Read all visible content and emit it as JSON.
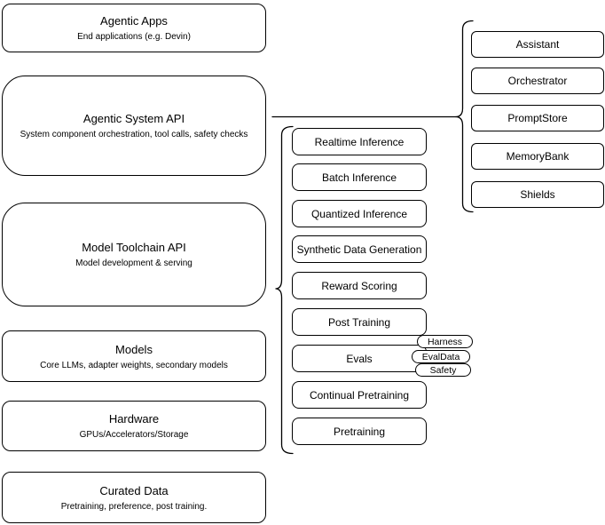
{
  "diagram": {
    "colors": {
      "background": "#ffffff",
      "shape_fill": "#ffffff",
      "shape_border": "#000000",
      "connector": "#000000",
      "text": "#000000"
    },
    "layers": [
      {
        "title": "Agentic Apps",
        "subtitle": "End applications (e.g. Devin)"
      },
      {
        "title": "Agentic System API",
        "subtitle": "System component orchestration, tool calls, safety checks"
      },
      {
        "title": "Model Toolchain API",
        "subtitle": "Model development & serving"
      },
      {
        "title": "Models",
        "subtitle": "Core LLMs, adapter weights, secondary models"
      },
      {
        "title": "Hardware",
        "subtitle": "GPUs/Accelerators/Storage"
      },
      {
        "title": "Curated Data",
        "subtitle": "Pretraining, preference, post training."
      }
    ],
    "toolchain_items": [
      "Realtime Inference",
      "Batch Inference",
      "Quantized Inference",
      "Synthetic Data Generation",
      "Reward Scoring",
      "Post Training",
      "Evals",
      "Continual Pretraining",
      "Pretraining"
    ],
    "eval_tags": [
      "Harness",
      "EvalData",
      "Safety"
    ],
    "system_components": [
      "Assistant",
      "Orchestrator",
      "PromptStore",
      "MemoryBank",
      "Shields"
    ]
  }
}
